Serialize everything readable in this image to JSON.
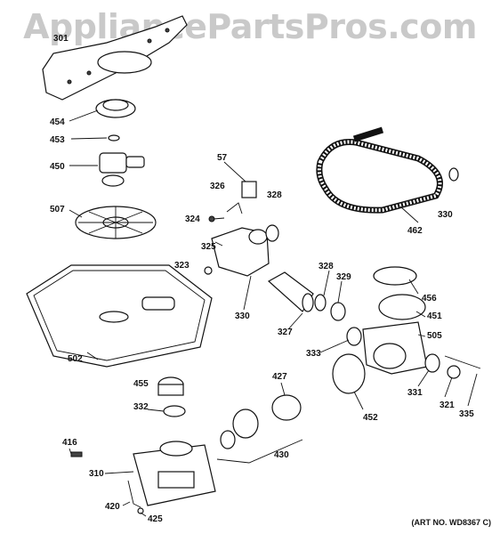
{
  "watermark": "AppliancePartsPros.com",
  "art_number": "(ART NO. WD8367 C)",
  "callouts": {
    "c301": "301",
    "c454": "454",
    "c453": "453",
    "c450": "450",
    "c507": "507",
    "c57": "57",
    "c326": "326",
    "c328a": "328",
    "c324": "324",
    "c325": "325",
    "c323": "323",
    "c330a": "330",
    "c462": "462",
    "c330b": "330",
    "c328b": "328",
    "c329": "329",
    "c456": "456",
    "c451": "451",
    "c505": "505",
    "c327": "327",
    "c333": "333",
    "c502": "502",
    "c455": "455",
    "c427": "427",
    "c332": "332",
    "c331": "331",
    "c321": "321",
    "c452": "452",
    "c335": "335",
    "c416": "416",
    "c430": "430",
    "c310": "310",
    "c420": "420",
    "c425": "425"
  }
}
